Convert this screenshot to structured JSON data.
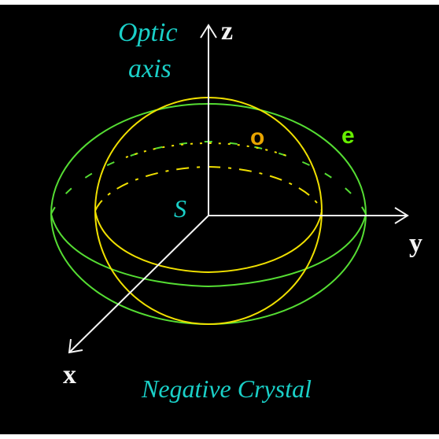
{
  "labels": {
    "optic_line1": "Optic",
    "optic_line2": "axis",
    "z_axis": "z",
    "y_axis": "y",
    "x_axis": "x",
    "origin": "S",
    "ordinary": "o",
    "extraordinary": "e",
    "caption": "Negative Crystal"
  },
  "colors": {
    "background": "#000000",
    "axes": "#f4f4f4",
    "label_text": "#1ad0c8",
    "ordinary_surface": "#f0e000",
    "extraordinary_surface": "#55dd33",
    "ordinary_label": "#e8a400",
    "extraordinary_label": "#66ee00"
  }
}
